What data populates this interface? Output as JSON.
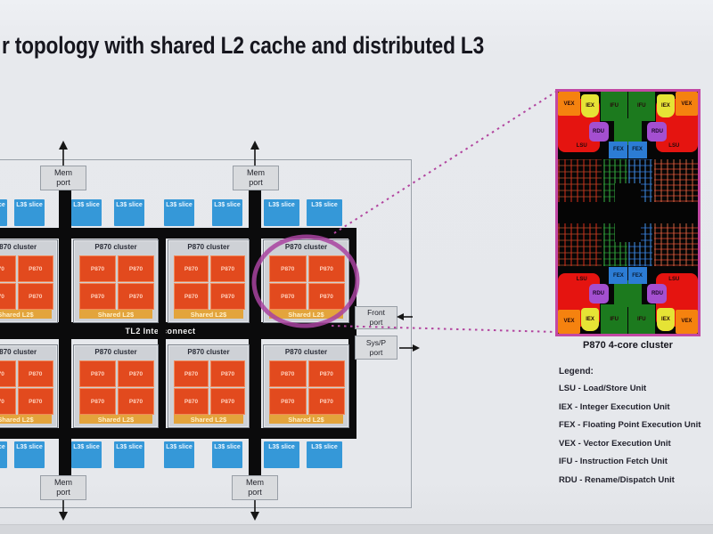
{
  "slide": {
    "title": "r topology with shared L2 cache and distributed L3"
  },
  "diagram": {
    "mem_port": "Mem\nport",
    "front_port": "Front\nport",
    "sys_port": "Sys/P\nport",
    "interconnect": "TL2 Interconnect",
    "cluster_title": "P870 cluster",
    "core_label": "P870",
    "shared_l2": "Shared L2$",
    "l3_slice": "L3$ slice"
  },
  "die": {
    "caption": "P870 4-core cluster",
    "units": {
      "vex": "VEX",
      "iex": "IEX",
      "ifu": "IFU",
      "rdu": "RDU",
      "lsu": "LSU",
      "fex": "FEX"
    }
  },
  "legend": {
    "heading": "Legend:",
    "items": [
      "LSU - Load/Store Unit",
      "IEX - Integer Execution Unit",
      "FEX - Floating Point Execution Unit",
      "VEX - Vector Execution Unit",
      "IFU - Instruction Fetch Unit",
      "RDU - Rename/Dispatch Unit"
    ]
  },
  "colors": {
    "core": "#e24a1e",
    "shared_bar": "#e3a43c",
    "l3_slice": "#3598d8",
    "interconnect_bar": "#0b0b0c",
    "annotation_ellipse": "#a843a0",
    "annotation_dots": "#b2459f",
    "die_border": "#c248a4",
    "vex": "#f5820f",
    "iex": "#e6e335",
    "ifu": "#1c7a1e",
    "rdu": "#a44fd0",
    "lsu": "#e51410",
    "fex": "#2c7cd4"
  }
}
